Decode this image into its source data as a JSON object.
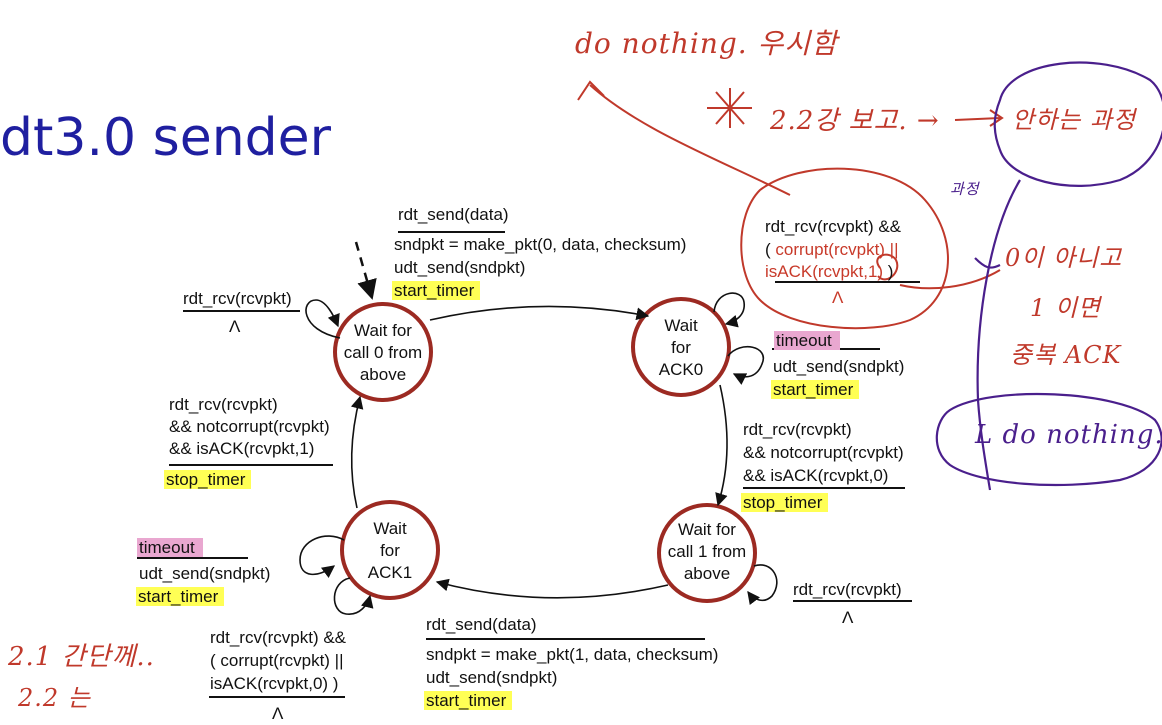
{
  "title": "dt3.0 sender",
  "states": {
    "wait_call0": "Wait for\ncall 0 from\nabove",
    "wait_ack0": "Wait\nfor\nACK0",
    "wait_call1": "Wait for\ncall 1 from\nabove",
    "wait_ack1": "Wait\nfor\nACK1"
  },
  "transitions": {
    "top": {
      "event": "rdt_send(data)",
      "act1": "sndpkt = make_pkt(0, data, checksum)",
      "act2": "udt_send(sndpkt)",
      "act3": "start_timer"
    },
    "call0_self": {
      "event": "rdt_rcv(rcvpkt)",
      "action": "Λ"
    },
    "ack0_ignore": {
      "line1": "rdt_rcv(rcvpkt) &&",
      "line2_pre": "( ",
      "line2_red": "corrupt(rcvpkt) ||",
      "line3_red": "isACK(rcvpkt,1)",
      "line3_post": " )",
      "action": "Λ"
    },
    "ack0_timeout": {
      "event": "timeout",
      "act1": "udt_send(sndpkt)",
      "act2": "start_timer"
    },
    "right": {
      "l1": "rdt_rcv(rcvpkt)",
      "l2": "&& notcorrupt(rcvpkt)",
      "l3": "&& isACK(rcvpkt,0)",
      "action": "stop_timer"
    },
    "left": {
      "l1": "rdt_rcv(rcvpkt)",
      "l2": "&& notcorrupt(rcvpkt)",
      "l3": "&& isACK(rcvpkt,1)",
      "action": "stop_timer"
    },
    "ack1_timeout": {
      "event": "timeout",
      "act1": "udt_send(sndpkt)",
      "act2": "start_timer"
    },
    "call1_self": {
      "event": "rdt_rcv(rcvpkt)",
      "action": "Λ"
    },
    "bottom": {
      "event": "rdt_send(data)",
      "act1": "sndpkt = make_pkt(1, data, checksum)",
      "act2": "udt_send(sndpkt)",
      "act3": "start_timer"
    },
    "ack1_ignore": {
      "l1": "rdt_rcv(rcvpkt) &&",
      "l2": "( corrupt(rcvpkt) ||",
      "l3": "isACK(rcvpkt,0) )",
      "action": "Λ"
    }
  },
  "handwriting": {
    "top_note": "do nothing. 우시함",
    "ref_note": "2.2강 보고. →",
    "circle_note": "안하는 과정",
    "small_note": "과정",
    "side_note1": "0이 아니고",
    "side_note2": "1 이면",
    "side_note3": "중복 ACK",
    "do_nothing": "L do nothing.",
    "bottom_left1": "2.1 간단께..",
    "bottom_left2": "2.2 는"
  }
}
